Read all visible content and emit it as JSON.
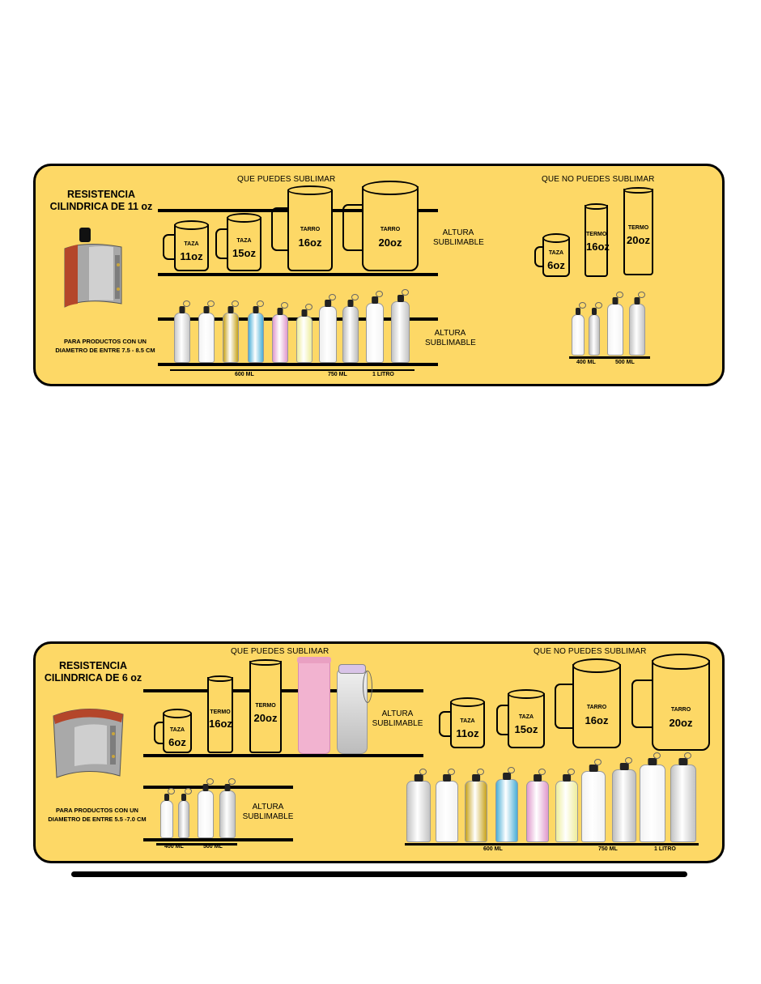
{
  "panel1": {
    "title_line1": "RESISTENCIA",
    "title_line2": "CILINDRICA DE 11 oz",
    "can_heading": "QUE PUEDES SUBLIMAR",
    "cannot_heading": "QUE NO PUEDES SUBLIMAR",
    "note_line1": "PARA PRODUCTOS CON UN",
    "note_line2": "DIAMETRO DE ENTRE  7.5 - 8.5 CM",
    "alt1_line1": "ALTURA",
    "alt1_line2": "SUBLIMABLE",
    "alt2_line1": "ALTURA",
    "alt2_line2": "SUBLIMABLE",
    "can_mugs": [
      {
        "type": "TAZA",
        "size": "11oz"
      },
      {
        "type": "TAZA",
        "size": "15oz"
      },
      {
        "type": "TARRO",
        "size": "16oz"
      },
      {
        "type": "TARRO",
        "size": "20oz"
      }
    ],
    "cannot_mugs": [
      {
        "type": "TAZA",
        "size": "6oz"
      },
      {
        "type": "TERMO",
        "size": "16oz"
      },
      {
        "type": "TERMO",
        "size": "20oz"
      }
    ],
    "bottle_labels": [
      "600 ML",
      "750 ML",
      "1 LITRO"
    ],
    "cannot_bottle_labels": [
      "400 ML",
      "500 ML"
    ],
    "bottle_colors": [
      "#c9c9c9",
      "#f3f3f3",
      "#c7a21b",
      "#4aaed6",
      "#e099cc",
      "#eeed9a",
      "#eeeeee",
      "#bdbdbd",
      "#f3f3f3",
      "#c3c3c3"
    ]
  },
  "panel2": {
    "title_line1": "RESISTENCIA",
    "title_line2": "CILINDRICA DE 6 oz",
    "can_heading": "QUE PUEDES SUBLIMAR",
    "cannot_heading": "QUE NO PUEDES SUBLIMAR",
    "note_line1": "PARA PRODUCTOS CON UN",
    "note_line2": "DIAMETRO DE ENTRE  5.5 -7.0 CM",
    "alt1_line1": "ALTURA",
    "alt1_line2": "SUBLIMABLE",
    "alt2_line1": "ALTURA",
    "alt2_line2": "SUBLIMABLE",
    "can_mugs": [
      {
        "type": "TAZA",
        "size": "6oz"
      },
      {
        "type": "TERMO",
        "size": "16oz"
      },
      {
        "type": "TERMO",
        "size": "20oz"
      }
    ],
    "cannot_mugs": [
      {
        "type": "TAZA",
        "size": "11oz"
      },
      {
        "type": "TAZA",
        "size": "15oz"
      },
      {
        "type": "TARRO",
        "size": "16oz"
      },
      {
        "type": "TARRO",
        "size": "20oz"
      }
    ],
    "can_bottle_labels": [
      "400 ML",
      "500 ML"
    ],
    "bottle_labels": [
      "600 ML",
      "750 ML",
      "1 LITRO"
    ]
  },
  "colors": {
    "panel": "#fdd866",
    "heater_band": "#b4462a",
    "tumbler_pink": "#f2b3d0",
    "bottle_frosted": "#d5d5d5"
  }
}
